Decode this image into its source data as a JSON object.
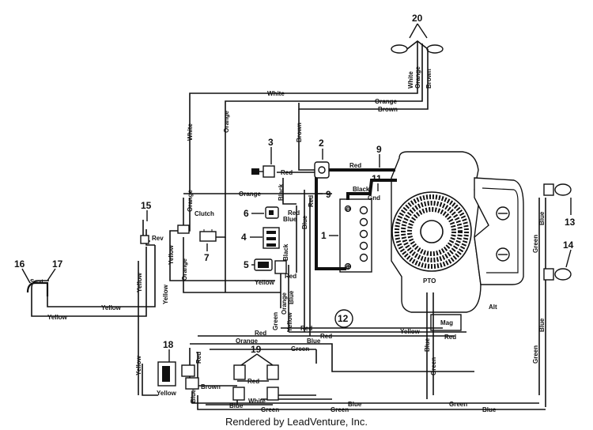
{
  "footer": "Rendered by LeadVenture, Inc.",
  "callouts": [
    "1",
    "2",
    "3",
    "4",
    "5",
    "6",
    "7",
    "9",
    "9",
    "11",
    "12",
    "13",
    "14",
    "15",
    "16",
    "17",
    "18",
    "19",
    "20"
  ],
  "wire_colors": {
    "white": "White",
    "orange": "Orange",
    "brown": "Brown",
    "red": "Red",
    "black": "Black",
    "blue": "Blue",
    "yellow": "Yellow",
    "green": "Green",
    "gnd": "Gnd"
  },
  "components": {
    "clutch": "Clutch",
    "rev": "Rev",
    "seat": "Seat",
    "pto": "PTO",
    "alt": "Alt",
    "mag": "Mag"
  },
  "labels": [
    {
      "id": "l-white-top",
      "text": "White"
    },
    {
      "id": "l-orange-top",
      "text": "Orange"
    },
    {
      "id": "l-brown-top",
      "text": "Brown"
    },
    {
      "id": "l-white-v20",
      "text": "White"
    },
    {
      "id": "l-orange-v20",
      "text": "Orange"
    },
    {
      "id": "l-brown-v20",
      "text": "Brown"
    },
    {
      "id": "l-white-vl",
      "text": "White"
    },
    {
      "id": "l-orange-vl",
      "text": "Orange"
    },
    {
      "id": "l-brown-vc",
      "text": "Brown"
    },
    {
      "id": "l-red-2",
      "text": "Red"
    },
    {
      "id": "l-red-3",
      "text": "Red"
    },
    {
      "id": "l-black-3",
      "text": "Black"
    },
    {
      "id": "l-black-11",
      "text": "Black"
    },
    {
      "id": "l-gnd",
      "text": "Gnd"
    },
    {
      "id": "l-orange-mid",
      "text": "Orange"
    },
    {
      "id": "l-red-v",
      "text": "Red"
    },
    {
      "id": "l-red-6",
      "text": "Red"
    },
    {
      "id": "l-blue-6",
      "text": "Blue"
    },
    {
      "id": "l-blue-v",
      "text": "Blue"
    },
    {
      "id": "l-black-5",
      "text": "Black"
    },
    {
      "id": "l-red-5",
      "text": "Red"
    },
    {
      "id": "l-yellow-5",
      "text": "Yellow"
    },
    {
      "id": "l-orange-clutch",
      "text": "Orange"
    },
    {
      "id": "l-yellow-clutch",
      "text": "Yellow"
    },
    {
      "id": "l-orange-vlow",
      "text": "Orange"
    },
    {
      "id": "l-yellow-vlow",
      "text": "Yellow"
    },
    {
      "id": "l-yellow-15",
      "text": "Yellow"
    },
    {
      "id": "l-yellow-seat1",
      "text": "Yellow"
    },
    {
      "id": "l-yellow-seat2",
      "text": "Yellow"
    },
    {
      "id": "l-green-v",
      "text": "Green"
    },
    {
      "id": "l-orange-v2",
      "text": "Orange"
    },
    {
      "id": "l-blue-v2",
      "text": "Blue"
    },
    {
      "id": "l-yellow-v2",
      "text": "Yellow"
    },
    {
      "id": "l-red-h1",
      "text": "Red"
    },
    {
      "id": "l-red-h2",
      "text": "Red"
    },
    {
      "id": "l-red-h3",
      "text": "Red"
    },
    {
      "id": "l-yellow-h",
      "text": "Yellow"
    },
    {
      "id": "l-red-h4",
      "text": "Red"
    },
    {
      "id": "l-orange-h",
      "text": "Orange"
    },
    {
      "id": "l-blue-h1",
      "text": "Blue"
    },
    {
      "id": "l-green-h1",
      "text": "Green"
    },
    {
      "id": "l-blue-pto",
      "text": "Blue"
    },
    {
      "id": "l-green-pto",
      "text": "Green"
    },
    {
      "id": "l-green-r",
      "text": "Green"
    },
    {
      "id": "l-blue-r",
      "text": "Blue"
    },
    {
      "id": "l-green-r2",
      "text": "Green"
    },
    {
      "id": "l-blue-r2",
      "text": "Blue"
    },
    {
      "id": "l-yellow-18",
      "text": "Yellow"
    },
    {
      "id": "l-yellow-18b",
      "text": "Yellow"
    },
    {
      "id": "l-red-18",
      "text": "Red"
    },
    {
      "id": "l-blue-18",
      "text": "Blue"
    },
    {
      "id": "l-brown-18",
      "text": "Brown"
    },
    {
      "id": "l-red-19",
      "text": "Red"
    },
    {
      "id": "l-white-19",
      "text": "White"
    },
    {
      "id": "l-blue-19",
      "text": "Blue"
    },
    {
      "id": "l-green-19",
      "text": "Green"
    },
    {
      "id": "l-blue-bot",
      "text": "Blue"
    },
    {
      "id": "l-green-bot",
      "text": "Green"
    },
    {
      "id": "l-green-bot2",
      "text": "Green"
    },
    {
      "id": "l-blue-bot2",
      "text": "Blue"
    }
  ]
}
